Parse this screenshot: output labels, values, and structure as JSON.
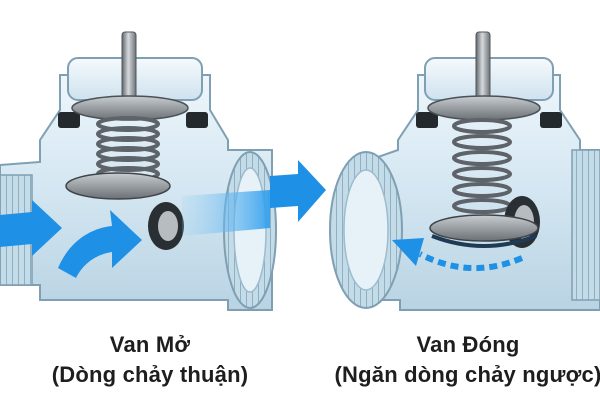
{
  "panels": [
    {
      "title": "Van Mở",
      "subtitle": "(Dòng chảy thuận)"
    },
    {
      "title": "Van Đóng",
      "subtitle": "(Ngăn dòng chảy ngược)"
    }
  ],
  "colors": {
    "flow_arrow": "#1e90e6",
    "glass": "#d7eaf4",
    "metal": "#8c9196",
    "seal": "#222629"
  },
  "icons": [
    "forward-flow-arrow",
    "backflow-dashed-arrow",
    "compression-spring"
  ]
}
